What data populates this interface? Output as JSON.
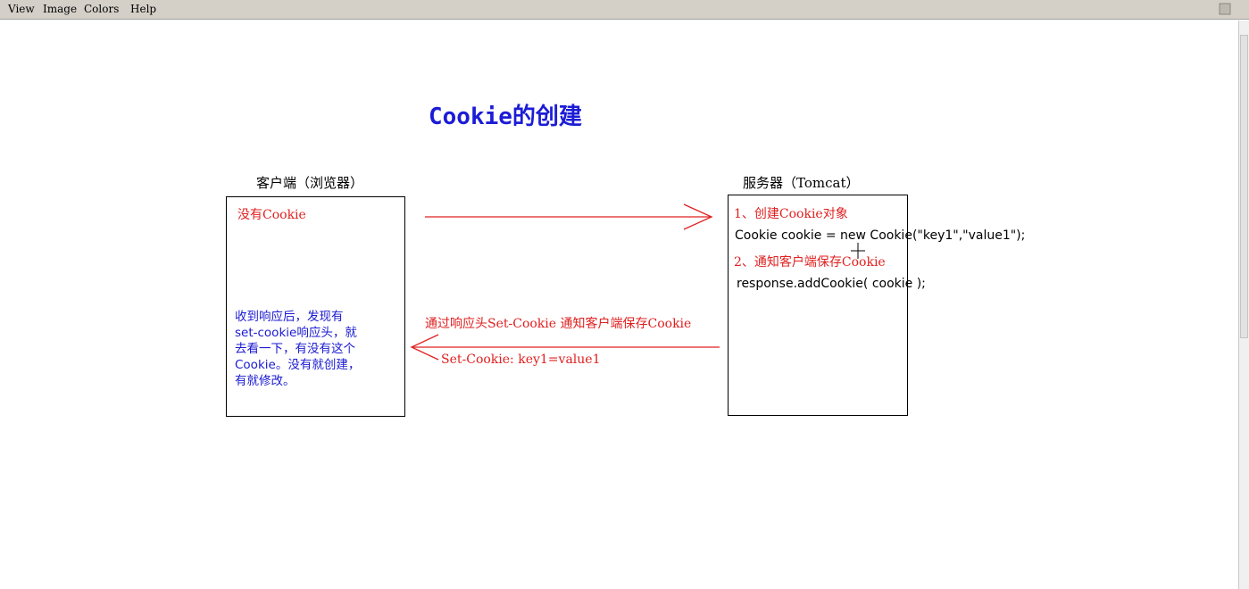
{
  "menubar": {
    "items": [
      "View",
      "Image",
      "Colors",
      "Help"
    ]
  },
  "diagram": {
    "title": "Cookie的创建",
    "client": {
      "label": "客户端（浏览器）",
      "no_cookie": "没有Cookie",
      "note_lines": [
        "收到响应后，发现有",
        "set-cookie响应头，就",
        "去看一下，有没有这个",
        "Cookie。没有就创建，",
        "有就修改。"
      ]
    },
    "server": {
      "label": "服务器（Tomcat）",
      "step1": "1、创建Cookie对象",
      "code1": "Cookie cookie = new Cookie(\"key1\",\"value1\");",
      "step2": "2、通知客户端保存Cookie",
      "code2": "response.addCookie( cookie );"
    },
    "response_note": "通过响应头Set-Cookie 通知客户端保存Cookie",
    "response_header": "Set-Cookie: key1=value1"
  },
  "colors": {
    "title": "#1c1cd6",
    "red_text": "#e02020",
    "blue_text": "#1a1ad0",
    "menubar": "#d4d0c8"
  },
  "icons": [
    "window-corner-icon",
    "mouse-cursor-icon"
  ]
}
